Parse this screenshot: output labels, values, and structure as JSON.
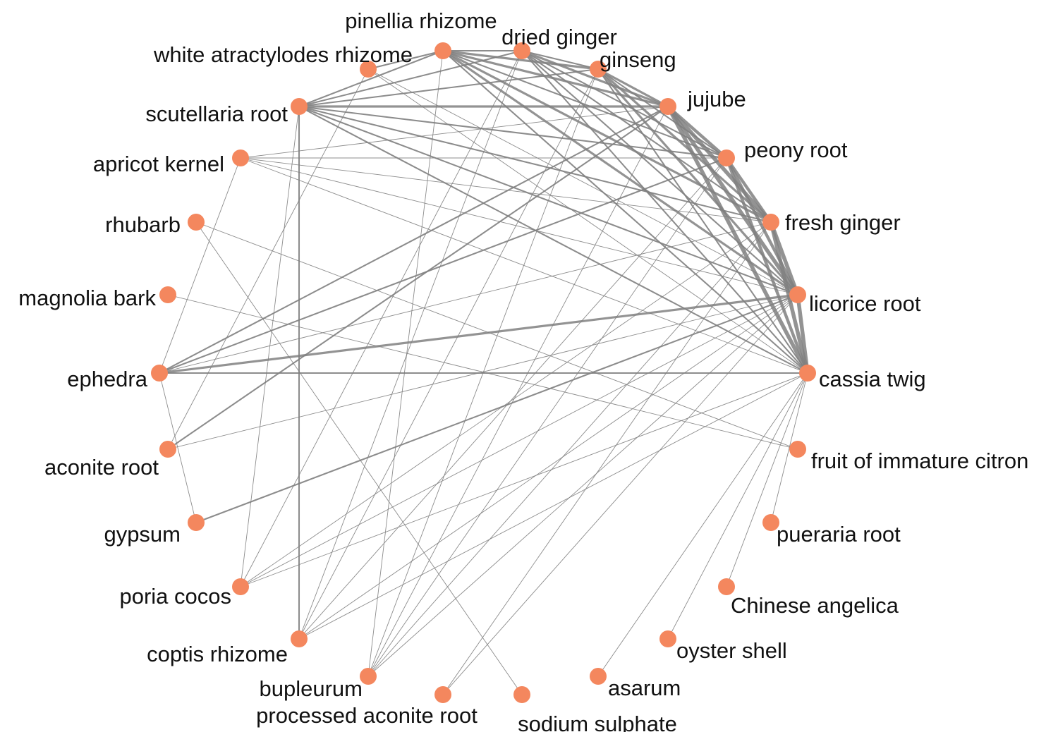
{
  "colors": {
    "node": "#F4875E",
    "edge": "#808080",
    "label": "#111111",
    "background": "#ffffff"
  },
  "nodes": [
    {
      "id": "pinellia",
      "label": "pinellia rhizome"
    },
    {
      "id": "dried_ginger",
      "label": "dried ginger"
    },
    {
      "id": "ginseng",
      "label": "ginseng"
    },
    {
      "id": "white_atr",
      "label": "white atractylodes rhizome"
    },
    {
      "id": "scutellaria",
      "label": "scutellaria root"
    },
    {
      "id": "jujube",
      "label": "jujube"
    },
    {
      "id": "apricot",
      "label": "apricot kernel"
    },
    {
      "id": "peony",
      "label": "peony root"
    },
    {
      "id": "rhubarb",
      "label": "rhubarb"
    },
    {
      "id": "fresh_ginger",
      "label": "fresh ginger"
    },
    {
      "id": "magnolia",
      "label": "magnolia bark"
    },
    {
      "id": "licorice",
      "label": "licorice root"
    },
    {
      "id": "ephedra",
      "label": "ephedra"
    },
    {
      "id": "cassia",
      "label": "cassia twig"
    },
    {
      "id": "fruit_citron",
      "label": "fruit of immature citron"
    },
    {
      "id": "aconite",
      "label": "aconite root"
    },
    {
      "id": "pueraria",
      "label": "pueraria root"
    },
    {
      "id": "gypsum",
      "label": "gypsum"
    },
    {
      "id": "angelica",
      "label": "Chinese angelica"
    },
    {
      "id": "poria",
      "label": "poria cocos"
    },
    {
      "id": "oyster",
      "label": "oyster shell"
    },
    {
      "id": "coptis",
      "label": "coptis rhizome"
    },
    {
      "id": "bupleurum",
      "label": "bupleurum"
    },
    {
      "id": "asarum",
      "label": "asarum"
    },
    {
      "id": "proc_aconite",
      "label": "processed aconite root"
    },
    {
      "id": "sodium",
      "label": "sodium sulphate"
    }
  ],
  "edges": [
    [
      "licorice",
      "cassia",
      5
    ],
    [
      "fresh_ginger",
      "cassia",
      5
    ],
    [
      "fresh_ginger",
      "licorice",
      5
    ],
    [
      "jujube",
      "cassia",
      5
    ],
    [
      "jujube",
      "licorice",
      5
    ],
    [
      "jujube",
      "fresh_ginger",
      5
    ],
    [
      "peony",
      "cassia",
      4
    ],
    [
      "peony",
      "licorice",
      4
    ],
    [
      "peony",
      "fresh_ginger",
      4
    ],
    [
      "peony",
      "jujube",
      4
    ],
    [
      "ginseng",
      "jujube",
      3
    ],
    [
      "ginseng",
      "licorice",
      3
    ],
    [
      "ginseng",
      "fresh_ginger",
      3
    ],
    [
      "ginseng",
      "peony",
      2
    ],
    [
      "ginseng",
      "cassia",
      2
    ],
    [
      "dried_ginger",
      "jujube",
      3
    ],
    [
      "dried_ginger",
      "peony",
      2
    ],
    [
      "dried_ginger",
      "licorice",
      2
    ],
    [
      "dried_ginger",
      "fresh_ginger",
      2
    ],
    [
      "dried_ginger",
      "cassia",
      2
    ],
    [
      "dried_ginger",
      "ginseng",
      2
    ],
    [
      "pinellia",
      "jujube",
      3
    ],
    [
      "pinellia",
      "peony",
      2
    ],
    [
      "pinellia",
      "fresh_ginger",
      3
    ],
    [
      "pinellia",
      "licorice",
      3
    ],
    [
      "pinellia",
      "cassia",
      2
    ],
    [
      "pinellia",
      "ginseng",
      3
    ],
    [
      "pinellia",
      "dried_ginger",
      2
    ],
    [
      "scutellaria",
      "jujube",
      3
    ],
    [
      "scutellaria",
      "licorice",
      2
    ],
    [
      "scutellaria",
      "fresh_ginger",
      2
    ],
    [
      "scutellaria",
      "cassia",
      2
    ],
    [
      "scutellaria",
      "peony",
      2
    ],
    [
      "scutellaria",
      "ginseng",
      2
    ],
    [
      "scutellaria",
      "pinellia",
      2
    ],
    [
      "scutellaria",
      "dried_ginger",
      2
    ],
    [
      "white_atr",
      "pinellia",
      2
    ],
    [
      "white_atr",
      "licorice",
      1
    ],
    [
      "white_atr",
      "cassia",
      1
    ],
    [
      "apricot",
      "jujube",
      1
    ],
    [
      "apricot",
      "peony",
      1
    ],
    [
      "apricot",
      "fresh_ginger",
      1
    ],
    [
      "apricot",
      "licorice",
      1
    ],
    [
      "apricot",
      "cassia",
      1
    ],
    [
      "apricot",
      "ephedra",
      1
    ],
    [
      "ephedra",
      "licorice",
      3
    ],
    [
      "ephedra",
      "cassia",
      2
    ],
    [
      "ephedra",
      "jujube",
      2
    ],
    [
      "ephedra",
      "peony",
      2
    ],
    [
      "ephedra",
      "fresh_ginger",
      1
    ],
    [
      "ephedra",
      "gypsum",
      1
    ],
    [
      "rhubarb",
      "sodium",
      1
    ],
    [
      "rhubarb",
      "fruit_citron",
      1
    ],
    [
      "magnolia",
      "fruit_citron",
      1
    ],
    [
      "aconite",
      "jujube",
      2
    ],
    [
      "aconite",
      "licorice",
      1
    ],
    [
      "aconite",
      "white_atr",
      1
    ],
    [
      "gypsum",
      "licorice",
      2
    ],
    [
      "poria",
      "dried_ginger",
      1
    ],
    [
      "poria",
      "fresh_ginger",
      1
    ],
    [
      "poria",
      "licorice",
      1
    ],
    [
      "poria",
      "scutellaria",
      1
    ],
    [
      "poria",
      "cassia",
      1
    ],
    [
      "coptis",
      "scutellaria",
      2
    ],
    [
      "coptis",
      "ginseng",
      1
    ],
    [
      "coptis",
      "dried_ginger",
      1
    ],
    [
      "coptis",
      "licorice",
      1
    ],
    [
      "coptis",
      "cassia",
      1
    ],
    [
      "coptis",
      "peony",
      1
    ],
    [
      "bupleurum",
      "pinellia",
      1
    ],
    [
      "bupleurum",
      "ginseng",
      1
    ],
    [
      "bupleurum",
      "jujube",
      1
    ],
    [
      "bupleurum",
      "fresh_ginger",
      1
    ],
    [
      "bupleurum",
      "licorice",
      1
    ],
    [
      "bupleurum",
      "peony",
      1
    ],
    [
      "proc_aconite",
      "licorice",
      1
    ],
    [
      "proc_aconite",
      "fresh_ginger",
      1
    ],
    [
      "pueraria",
      "cassia",
      1
    ],
    [
      "angelica",
      "cassia",
      1
    ],
    [
      "oyster",
      "cassia",
      1
    ],
    [
      "asarum",
      "cassia",
      1
    ]
  ]
}
